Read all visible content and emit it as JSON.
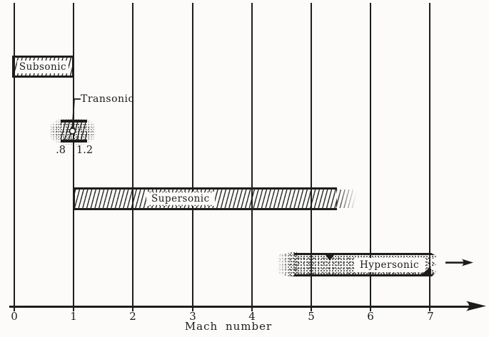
{
  "figure": {
    "xlabel": "Mach number",
    "ticks": [
      "0",
      "1",
      "2",
      "3",
      "4",
      "5",
      "6",
      "7"
    ]
  },
  "regimes": {
    "subsonic": {
      "label": "Subsonic"
    },
    "transonic": {
      "label": "Transonic",
      "lower_bound": ".8",
      "upper_bound": "1.2"
    },
    "supersonic": {
      "label": "Supersonic"
    },
    "hypersonic": {
      "label": "Hypersonic"
    }
  },
  "colors": {
    "ink": "#1c1c1c",
    "paper": "#fcfbf9"
  },
  "chart_data": {
    "type": "bar",
    "orientation": "horizontal-range-bars",
    "title": "",
    "xlabel": "Mach number",
    "x_ticks": [
      0,
      1,
      2,
      3,
      4,
      5,
      6,
      7
    ],
    "xlim": [
      0,
      7.9
    ],
    "grid": "vertical gridline at each integer Mach number",
    "axis_arrow": "x-axis continues to the right",
    "series": [
      {
        "name": "Subsonic",
        "row": 1,
        "start": 0,
        "end": 1.0,
        "texture": "diagonal-hatch"
      },
      {
        "name": "Transonic",
        "row": 2,
        "start": 0.8,
        "end": 1.2,
        "texture": "hatch-with-stipple-halo",
        "bound_labels": [
          ".8",
          "1.2"
        ],
        "annotation": "leader line from label to circle marker at Mach 1"
      },
      {
        "name": "Supersonic",
        "row": 3,
        "start": 1.0,
        "end": 5.4,
        "fade_out_end": 5.8,
        "texture": "diagonal-hatch"
      },
      {
        "name": "Hypersonic",
        "row": 4,
        "start": 4.7,
        "fade_in_start": 4.4,
        "end": 7.1,
        "open_ended": true,
        "texture": "stipple",
        "annotation": "arrow indicates regime continues beyond Mach 7"
      }
    ]
  }
}
